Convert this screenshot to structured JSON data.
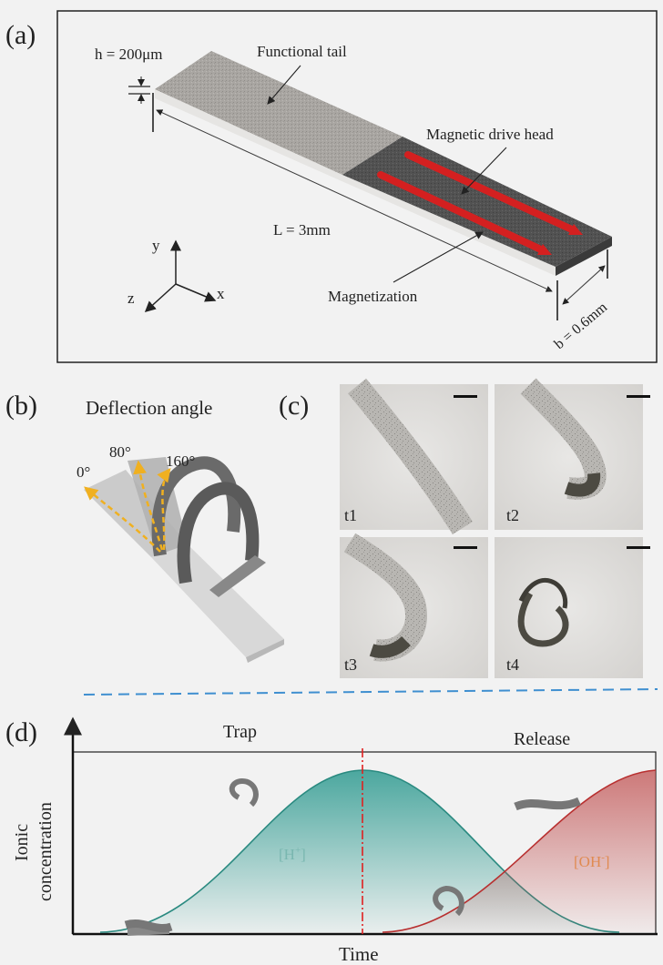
{
  "panel_a": {
    "label": "(a)",
    "h_label": "h = 200μm",
    "tail_label": "Functional tail",
    "head_label": "Magnetic drive  head",
    "length_label": "L = 3mm",
    "magnetization_label": "Magnetization",
    "width_label": "b = 0.6mm",
    "axis_x": "x",
    "axis_y": "y",
    "axis_z": "z"
  },
  "panel_b": {
    "label": "(b)",
    "title": "Deflection angle",
    "angles": [
      "0°",
      "80°",
      "160°"
    ]
  },
  "panel_c": {
    "label": "(c)",
    "frames": [
      "t1",
      "t2",
      "t3",
      "t4"
    ]
  },
  "panel_d": {
    "label": "(d)",
    "trap_label": "Trap",
    "release_label": "Release",
    "ylabel_line1": "Ionic",
    "ylabel_line2": "concentration",
    "xlabel": "Time",
    "h_ion": "[H",
    "h_sup": "+",
    "h_close": "]",
    "oh_ion": "[OH",
    "oh_sup": "-",
    "oh_close": "]"
  },
  "colors": {
    "background": "#f2f2f2",
    "magnet_arrow": "#d42020",
    "h_curve": "#2a8a80",
    "oh_curve": "#b83030",
    "divider": "#3f8fd0",
    "angle_arrow": "#f0b020"
  }
}
